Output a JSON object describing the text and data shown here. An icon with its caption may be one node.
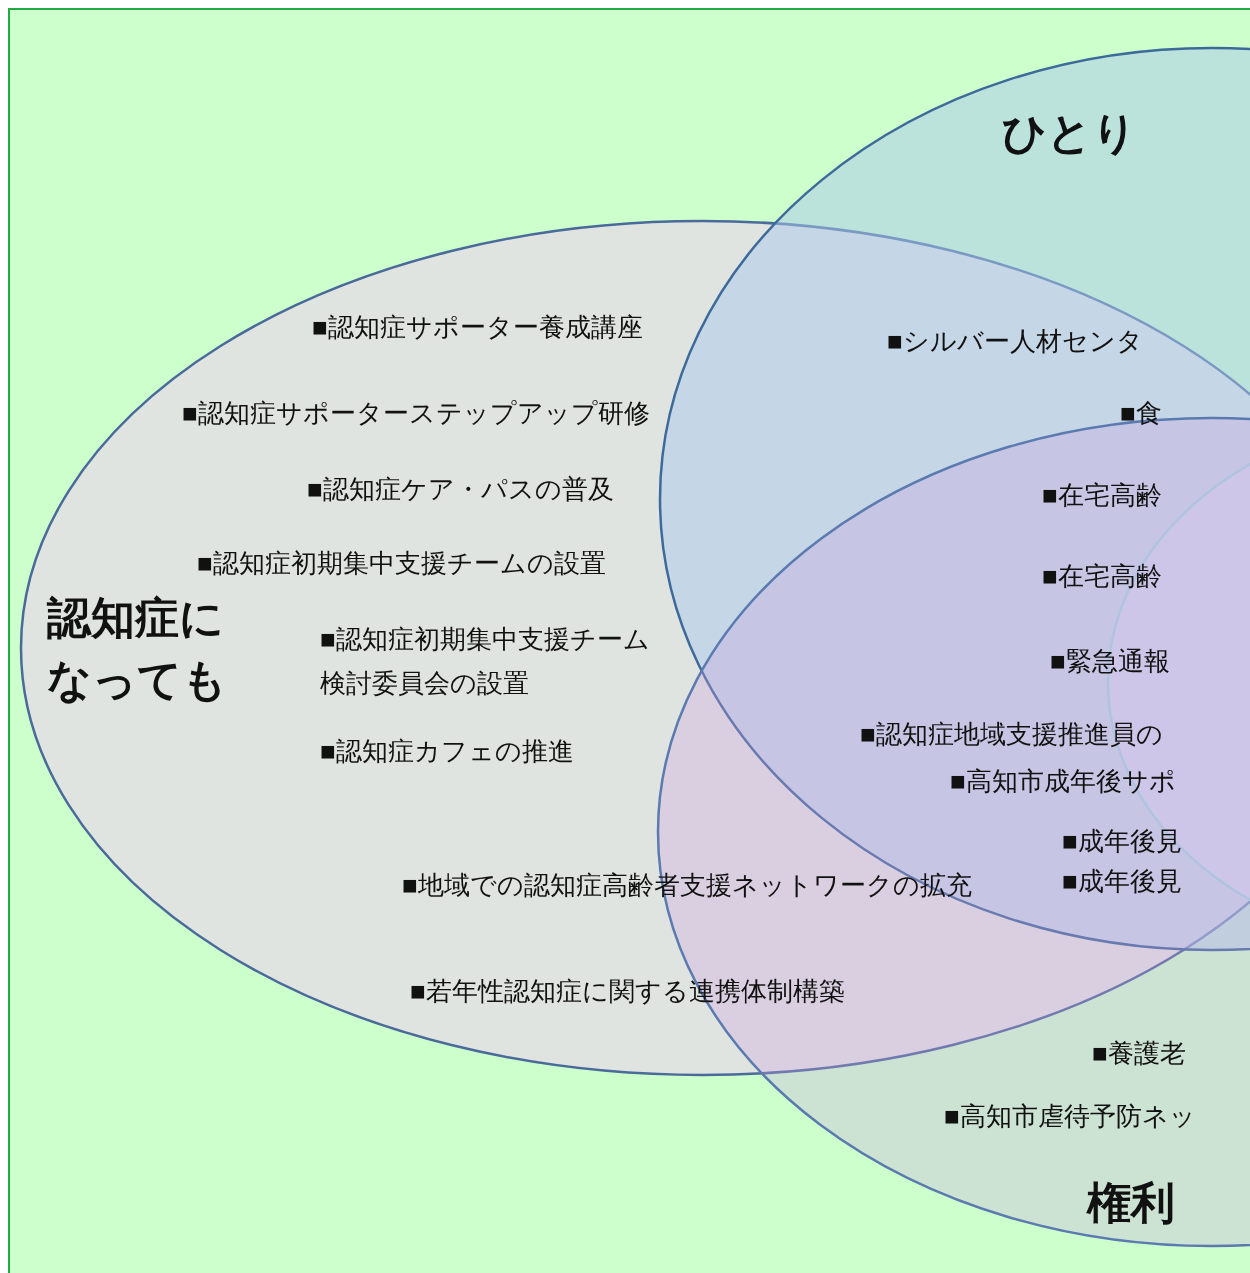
{
  "diagram": {
    "nodes": [
      {
        "text": [
          "認知症になっても"
        ]
      },
      {
        "text": [
          "ひとり"
        ]
      },
      {
        "text": [
          "権利"
        ]
      },
      {
        "text": [],
        "shape": "ellipse"
      }
    ],
    "labels": [
      "■認知症サポーター養成講座",
      "■シルバー人材センタ",
      "■認知症サポーターステップアップ研修",
      "■食",
      "■認知症ケア・パスの普及",
      "■在宅高齢",
      "■認知症初期集中支援チームの設置",
      "■在宅高齢",
      "■認知症初期集中支援チーム検討委員会の設置",
      "■緊急通報",
      "■認知症地域支援推進員の",
      "■認知症カフェの推進",
      "■高知市成年後サポ",
      "■成年後見",
      "■地域での認知症高齢者支援ネットワークの拡充",
      "■成年後見",
      "■若年性認知症に関する連携体制構築",
      "■養護老",
      "■高知市虐待予防ネッ"
    ]
  }
}
